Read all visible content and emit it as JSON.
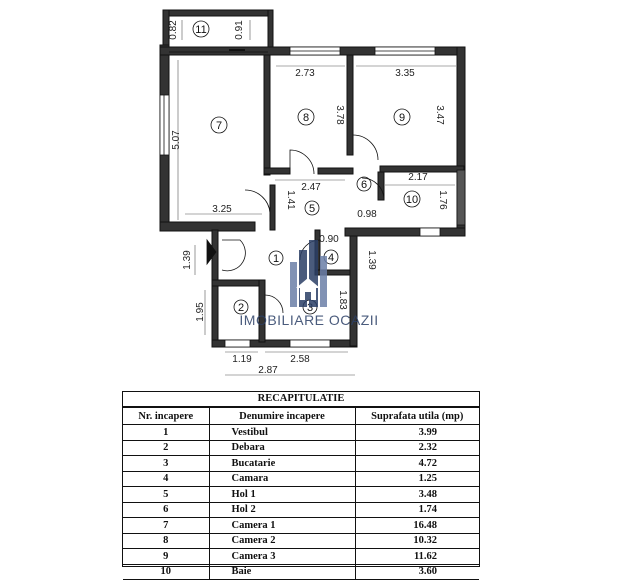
{
  "plan": {
    "room_numbers": [
      "1",
      "2",
      "3",
      "4",
      "5",
      "6",
      "7",
      "8",
      "9",
      "10",
      "11"
    ],
    "dimensions": [
      "0.82",
      "0.91",
      "2.73",
      "3.35",
      "5.07",
      "3.78",
      "3.47",
      "2.47",
      "2.17",
      "1.41",
      "0.98",
      "1.76",
      "3.25",
      "0.90",
      "1.39",
      "1.39",
      "1.95",
      "1.83",
      "1.19",
      "2.58",
      "2.87"
    ],
    "watermark": "IMOBILIARE OCAZII",
    "colors": {
      "wall": "#111111",
      "watermark": "#2b3f66"
    }
  },
  "recap": {
    "title": "RECAPITULATIE",
    "headers": [
      "Nr. incapere",
      "Denumire incapere",
      "Suprafata utila (mp)"
    ],
    "rows": [
      [
        "1",
        "Vestibul",
        "3.99"
      ],
      [
        "2",
        "Debara",
        "2.32"
      ],
      [
        "3",
        "Bucatarie",
        "4.72"
      ],
      [
        "4",
        "Camara",
        "1.25"
      ],
      [
        "5",
        "Hol 1",
        "3.48"
      ],
      [
        "6",
        "Hol 2",
        "1.74"
      ],
      [
        "7",
        "Camera 1",
        "16.48"
      ],
      [
        "8",
        "Camera 2",
        "10.32"
      ],
      [
        "9",
        "Camera 3",
        "11.62"
      ],
      [
        "10",
        "Baie",
        "3.60"
      ]
    ]
  }
}
